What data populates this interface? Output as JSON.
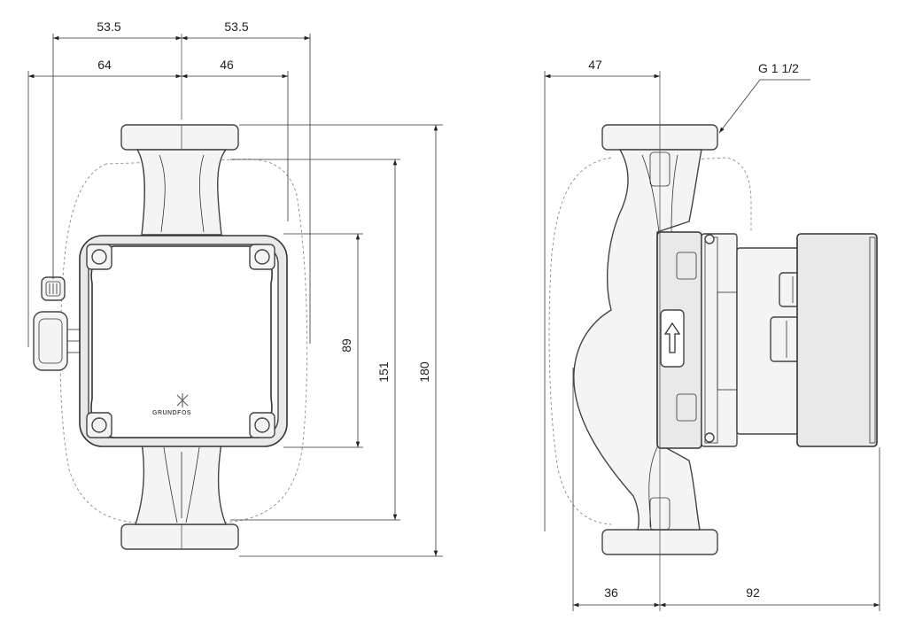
{
  "front_view": {
    "dim_top_left": "53.5",
    "dim_top_right": "53.5",
    "dim_left": "64",
    "dim_right": "46",
    "dim_89": "89",
    "dim_151": "151",
    "dim_180": "180",
    "brand": "GRUNDFOS"
  },
  "side_view": {
    "dim_47": "47",
    "thread_label": "G 1 1/2",
    "dim_36": "36",
    "dim_92": "92"
  }
}
